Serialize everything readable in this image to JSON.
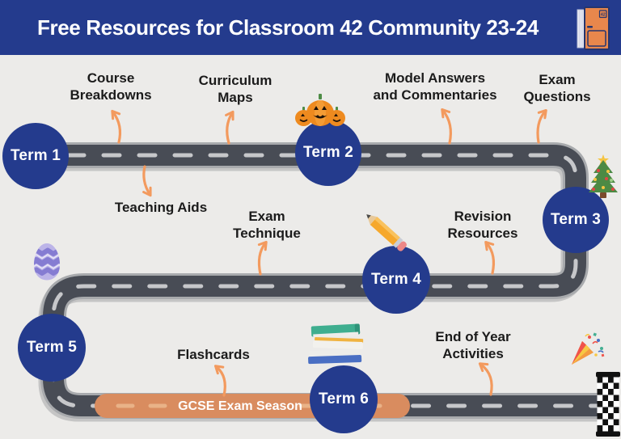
{
  "header": {
    "title": "Free Resources for Classroom 42 Community 23-24",
    "door_number": "42"
  },
  "terms": [
    "Term 1",
    "Term 2",
    "Term 3",
    "Term 4",
    "Term 5",
    "Term 6"
  ],
  "resources": {
    "course_breakdowns": "Course\nBreakdowns",
    "curriculum_maps": "Curriculum\nMaps",
    "model_answers": "Model Answers\nand Commentaries",
    "exam_questions": "Exam\nQuestions",
    "teaching_aids": "Teaching Aids",
    "exam_technique": "Exam\nTechnique",
    "revision_resources": "Revision\nResources",
    "flashcards": "Flashcards",
    "end_of_year": "End of Year\nActivities"
  },
  "road": {
    "exam_season_label": "GCSE Exam Season"
  },
  "decorations": [
    "door-42-icon",
    "pumpkins-icon",
    "christmas-tree-icon",
    "pencil-icon",
    "easter-egg-icon",
    "books-icon",
    "party-popper-icon",
    "checkered-flag-icon"
  ],
  "colors": {
    "background": "#ECEBE9",
    "navy": "#243B8D",
    "road": "#484C55",
    "road_casing": "#A8AAAD",
    "road_dash": "#C6C7CA",
    "arrow_orange": "#F39A5E",
    "season_orange": "#D98C5F",
    "season_dash": "#E9B287",
    "label_text": "#1B1B1B"
  }
}
